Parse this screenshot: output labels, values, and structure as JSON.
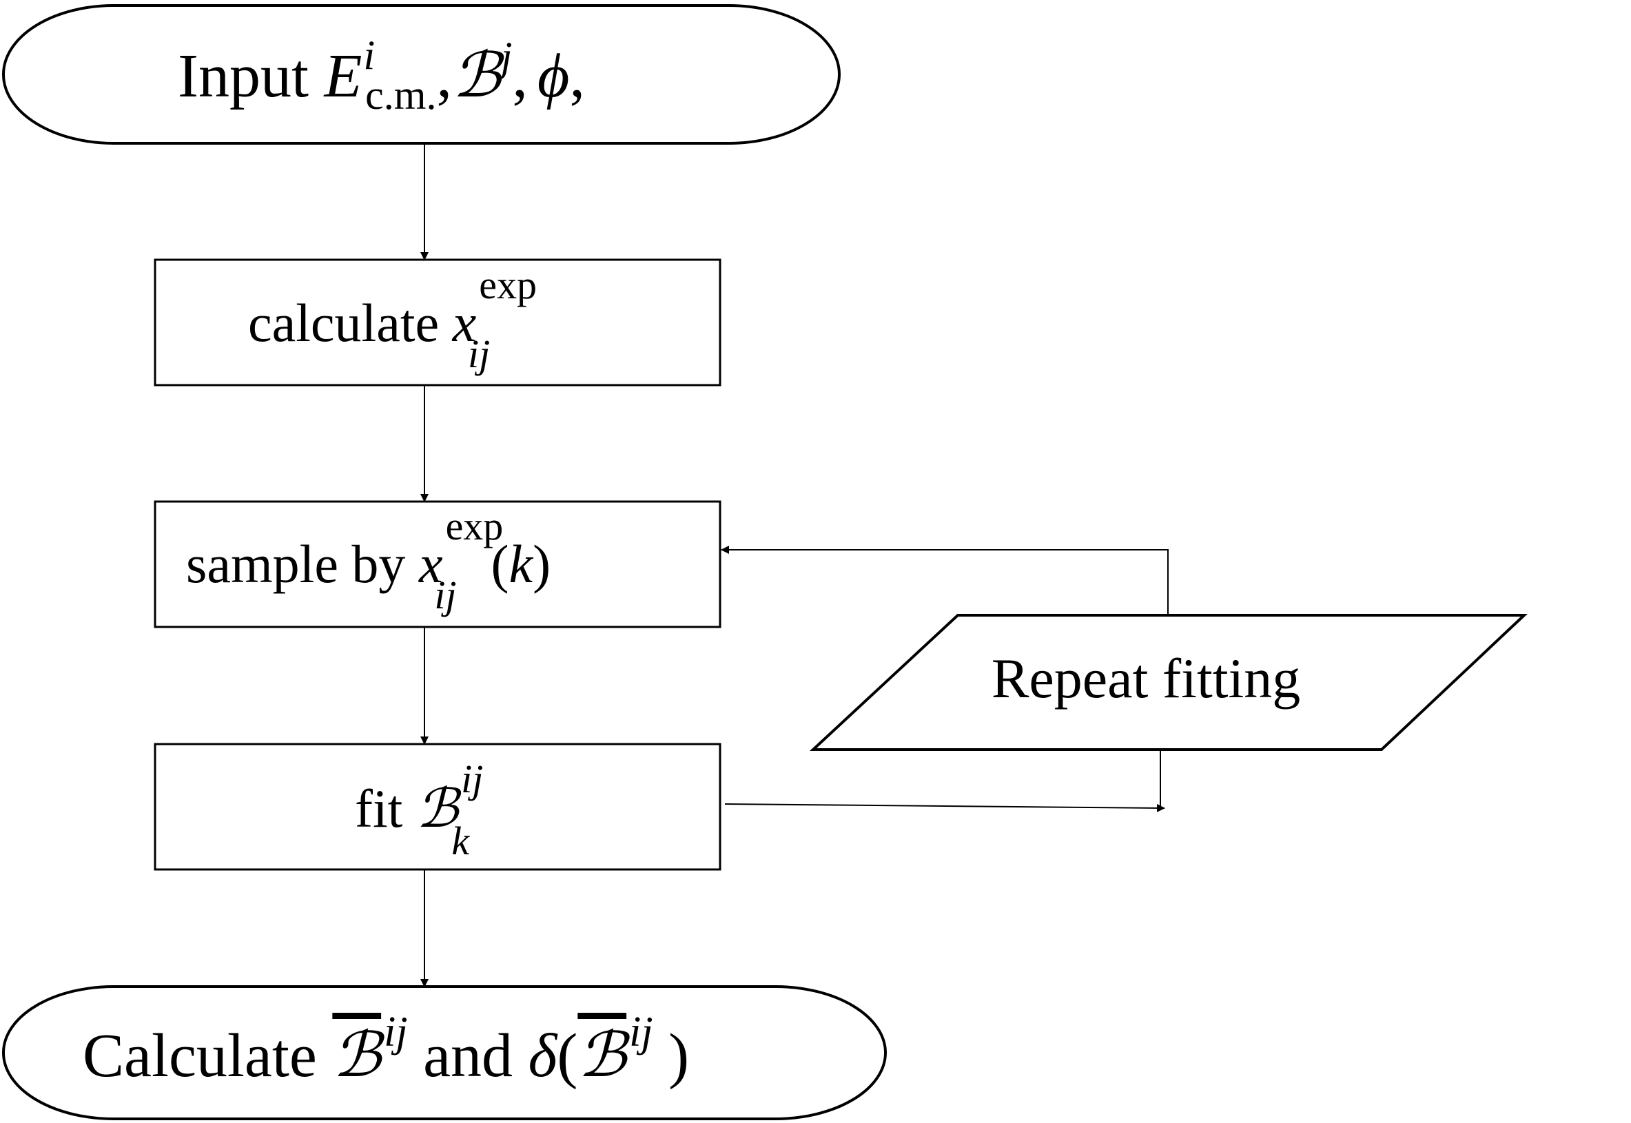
{
  "diagram": {
    "nodes": {
      "input": {
        "prefix": "Input ",
        "E": "E",
        "E_sup": "i",
        "E_sub": "c.m.",
        "sep1": ",",
        "B": "ℬ",
        "B_sup": "j",
        "sep2": ",",
        "phi": "ϕ",
        "sep3": ","
      },
      "calculate_x": {
        "prefix": "calculate ",
        "x": "x",
        "sup": "exp",
        "sub": "ij"
      },
      "sample": {
        "prefix": "sample by ",
        "x": "x",
        "sup": "exp",
        "sub": "ij",
        "arg_open": "(",
        "k": "k",
        "arg_close": ")"
      },
      "fit": {
        "prefix": "fit ",
        "B": "ℬ",
        "sup": "ij",
        "sub": "k"
      },
      "repeat": {
        "label": "Repeat fitting"
      },
      "output": {
        "prefix": "Calculate ",
        "B1": "ℬ",
        "sup1": "ij",
        "middle": " and ",
        "delta": "δ",
        "open": "(",
        "B2": "ℬ",
        "sup2": "ij",
        "close": " )"
      }
    },
    "edges": [
      {
        "from": "input",
        "to": "calculate_x"
      },
      {
        "from": "calculate_x",
        "to": "sample"
      },
      {
        "from": "sample",
        "to": "fit"
      },
      {
        "from": "fit",
        "to": "repeat"
      },
      {
        "from": "repeat",
        "to": "sample"
      },
      {
        "from": "fit",
        "to": "output"
      }
    ]
  }
}
